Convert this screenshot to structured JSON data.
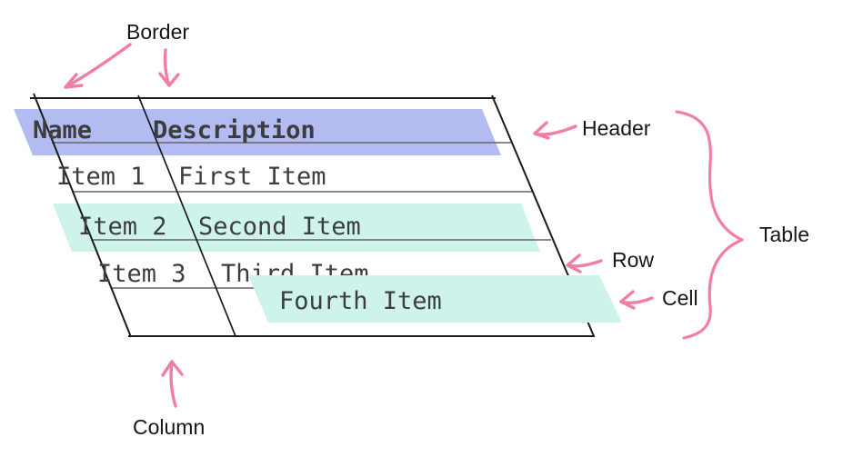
{
  "diagram": {
    "title_hint": "table-anatomy",
    "labels": {
      "border": "Border",
      "header": "Header",
      "table": "Table",
      "row": "Row",
      "cell": "Cell",
      "column": "Column"
    },
    "table": {
      "columns": [
        "Name",
        "Description"
      ],
      "rows": [
        [
          "Item 1",
          "First Item"
        ],
        [
          "Item 2",
          "Second Item"
        ],
        [
          "Item 3",
          "Third Item"
        ],
        [
          "",
          "Fourth Item"
        ]
      ]
    },
    "colors": {
      "header_highlight": "#b3bcf1",
      "row_highlight": "#cdf3ea",
      "cell_highlight": "#cdf3ea",
      "annotation_pink": "#f27da6",
      "grid_line": "#646464",
      "border_line": "#1b1b1b",
      "table_text": "#3d3d3d",
      "label_text": "#161616"
    }
  }
}
